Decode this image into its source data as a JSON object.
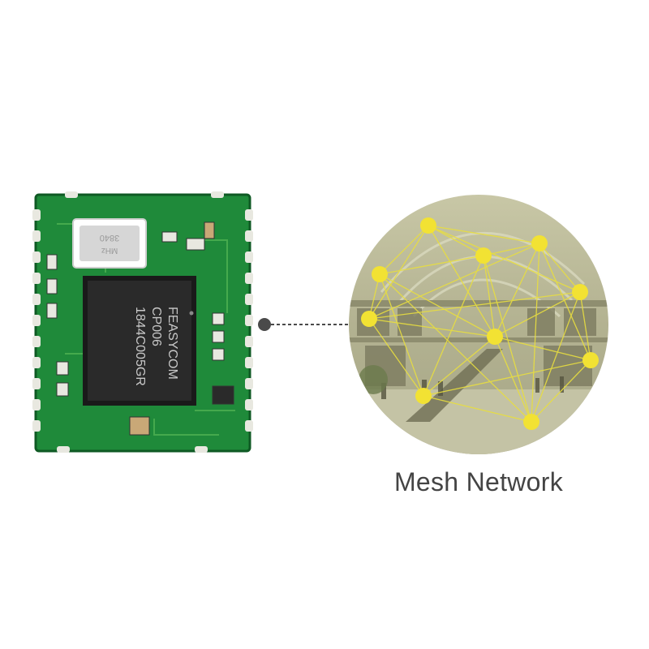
{
  "caption": "Mesh Network",
  "module": {
    "crystal_text": [
      "3840",
      "MHz"
    ],
    "chip_text": [
      "FEASYCOM",
      "CP006",
      "1844C005GR"
    ]
  },
  "colors": {
    "pcb": "#1f8a3a",
    "pcb_dark": "#0f5a24",
    "pad": "#e8e8e0",
    "chip": "#1a1a1a",
    "node": "#f2e233",
    "link": "#e8de40",
    "mesh_bg": "#b9b896",
    "connector": "#4a4a4a",
    "caption": "#444444"
  },
  "icons": [
    "pcb-module-image",
    "mall-interior-image",
    "connector-dot-icon"
  ]
}
